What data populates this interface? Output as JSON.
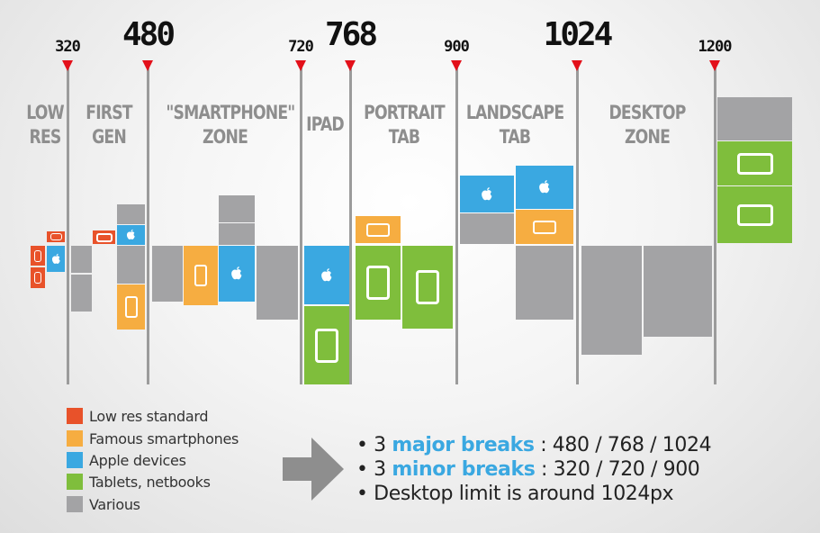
{
  "breakpoints": [
    {
      "value": "320",
      "kind": "minor"
    },
    {
      "value": "480",
      "kind": "major"
    },
    {
      "value": "720",
      "kind": "minor"
    },
    {
      "value": "768",
      "kind": "major"
    },
    {
      "value": "900",
      "kind": "minor"
    },
    {
      "value": "1024",
      "kind": "major"
    },
    {
      "value": "1200",
      "kind": "minor"
    }
  ],
  "zones": [
    {
      "line1": "LOW",
      "line2": "RES"
    },
    {
      "line1": "FIRST",
      "line2": "GEN"
    },
    {
      "line1": "\"SMARTPHONE\"",
      "line2": "ZONE"
    },
    {
      "line1": "IPAD",
      "line2": ""
    },
    {
      "line1": "PORTRAIT",
      "line2": "TAB"
    },
    {
      "line1": "LANDSCAPE",
      "line2": "TAB"
    },
    {
      "line1": "DESKTOP",
      "line2": "ZONE"
    }
  ],
  "colors": {
    "low_res": "#e8522a",
    "famous": "#f6ad41",
    "apple": "#3aa8e1",
    "tablet": "#7fbe3c",
    "various": "#a3a3a5",
    "marker": "#e3101a",
    "zone_text": "#8e8e8e"
  },
  "legend": [
    {
      "label": "Low res standard",
      "color": "#e8522a"
    },
    {
      "label": "Famous smartphones",
      "color": "#f6ad41"
    },
    {
      "label": "Apple devices",
      "color": "#3aa8e1"
    },
    {
      "label": "Tablets, netbooks",
      "color": "#7fbe3c"
    },
    {
      "label": "Various",
      "color": "#a3a3a5"
    }
  ],
  "summary": {
    "line1": {
      "bullet": "•",
      "count": "3",
      "highlight": "major breaks",
      "rest": ": 480 / 768 / 1024"
    },
    "line2": {
      "bullet": "•",
      "count": "3",
      "highlight": "minor breaks",
      "rest": ": 320 / 720 / 900"
    },
    "line3": {
      "bullet": "•",
      "text": "Desktop limit is around 1024px"
    }
  },
  "icons": [
    "arrow-right-icon",
    "apple-icon",
    "phone-portrait-icon",
    "phone-landscape-icon",
    "tablet-portrait-icon",
    "tablet-landscape-icon"
  ]
}
